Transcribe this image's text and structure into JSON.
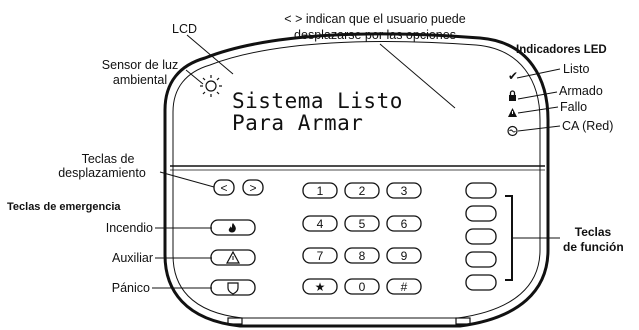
{
  "title": {
    "lcd": "LCD",
    "scroll_note_line1": "< > indican que el usuario puede",
    "scroll_note_line2": "desplazarse por las opciones"
  },
  "labels": {
    "ambient_sensor_line1": "Sensor de luz",
    "ambient_sensor_line2": "ambiental",
    "scroll_keys_line1": "Teclas de",
    "scroll_keys_line2": "desplazamiento",
    "emergency_keys": "Teclas de emergencia",
    "fire": "Incendio",
    "auxiliary": "Auxiliar",
    "panic": "Pánico",
    "function_keys_line1": "Teclas",
    "function_keys_line2": "de función"
  },
  "led": {
    "header": "Indicadores LED",
    "ready": "Listo",
    "armed": "Armado",
    "trouble": "Fallo",
    "ac": "CA (Red)"
  },
  "display": {
    "line1": "Sistema Listo",
    "line2": "Para Armar"
  },
  "keys": {
    "k1": "1",
    "k2": "2",
    "k3": "3",
    "k4": "4",
    "k5": "5",
    "k6": "6",
    "k7": "7",
    "k8": "8",
    "k9": "9",
    "star": "★",
    "k0": "0",
    "hash": "#",
    "left": "<",
    "right": ">"
  },
  "colors": {
    "ink": "#111111",
    "panel": "#ffffff"
  }
}
